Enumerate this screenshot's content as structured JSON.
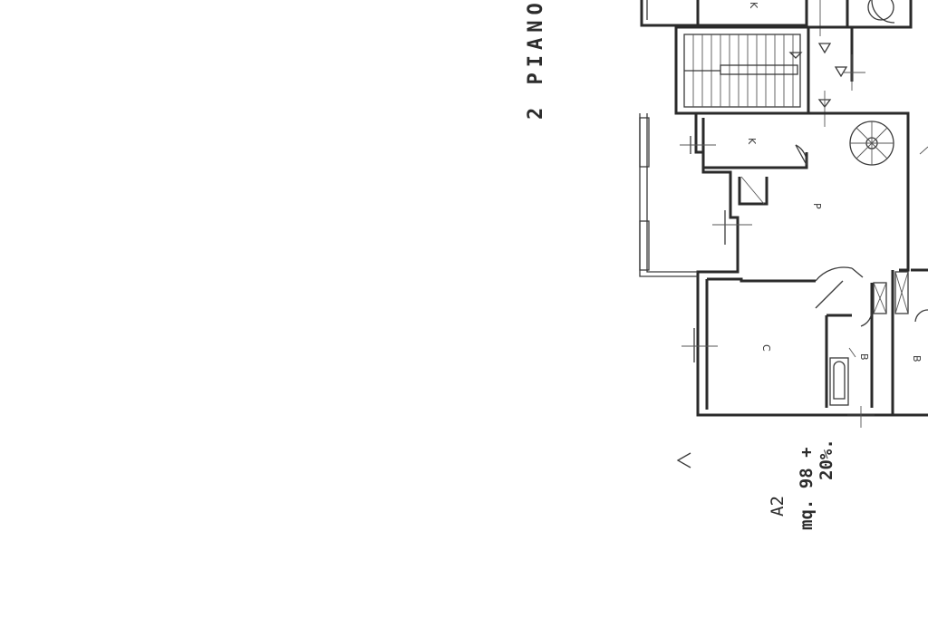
{
  "drawing": {
    "floor_title": "2 PIANO",
    "unit_code": "A2",
    "area_line_1": "mq. 98 +",
    "area_line_2": "20%."
  },
  "rooms": {
    "kitchen": "K",
    "living": "P",
    "bedroom": "C",
    "bath": "B",
    "bath_neighbour": "B",
    "top_neighbour": "K"
  }
}
